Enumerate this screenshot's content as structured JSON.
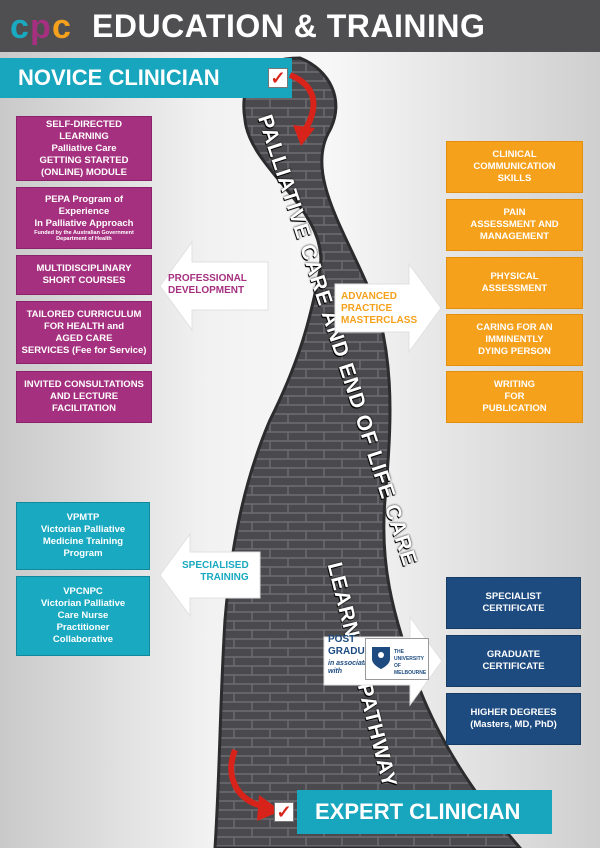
{
  "header": {
    "logo_text": "cpc",
    "title": "EDUCATION & TRAINING"
  },
  "novice": {
    "label": "NOVICE CLINICIAN"
  },
  "expert": {
    "label": "EXPERT CLINICIAN"
  },
  "pathway": {
    "line1": "PALLIATIVE CARE AND END OF LIFE CARE",
    "line2": "LEARNING PATHWAY"
  },
  "professional_development": {
    "label": "PROFESSIONAL\nDEVELOPMENT",
    "items": [
      "SELF-DIRECTED LEARNING\nPalliative Care\nGETTING STARTED\n(ONLINE) MODULE",
      "PEPA Program of\nExperience\nIn Palliative Approach",
      "MULTIDISCIPLINARY\nSHORT COURSES",
      "TAILORED CURRICULUM\nFOR HEALTH and\nAGED CARE\nSERVICES (Fee for Service)",
      "INVITED CONSULTATIONS\nAND LECTURE\nFACILITATION"
    ],
    "pepa_note": "Funded by the Australian Government\nDepartment of Health"
  },
  "advanced_practice": {
    "label": "ADVANCED\nPRACTICE\nMASTERCLASS",
    "items": [
      "CLINICAL\nCOMMUNICATION\nSKILLS",
      "PAIN\nASSESSMENT AND\nMANAGEMENT",
      "PHYSICAL\nASSESSMENT",
      "CARING FOR AN\nIMMINENTLY\nDYING PERSON",
      "WRITING\nFOR\nPUBLICATION"
    ]
  },
  "specialised_training": {
    "label": "SPECIALISED\nTRAINING",
    "items": [
      "VPMTP\nVictorian Palliative\nMedicine Training\nProgram",
      "VPCNPC\nVictorian Palliative\nCare Nurse\nPractitioner\nCollaborative"
    ]
  },
  "post_graduate": {
    "label": "POST\nGRADUATE",
    "sub": "in association\nwith",
    "university": "THE UNIVERSITY OF\nMELBOURNE",
    "items": [
      "SPECIALIST\nCERTIFICATE",
      "GRADUATE\nCERTIFICATE",
      "HIGHER DEGREES\n(Masters, MD, PhD)"
    ]
  },
  "colors": {
    "pink": "#a5307f",
    "orange": "#f6a11c",
    "teal": "#19a9c1",
    "navy": "#1d4b80",
    "road": "#4a4a4e"
  }
}
